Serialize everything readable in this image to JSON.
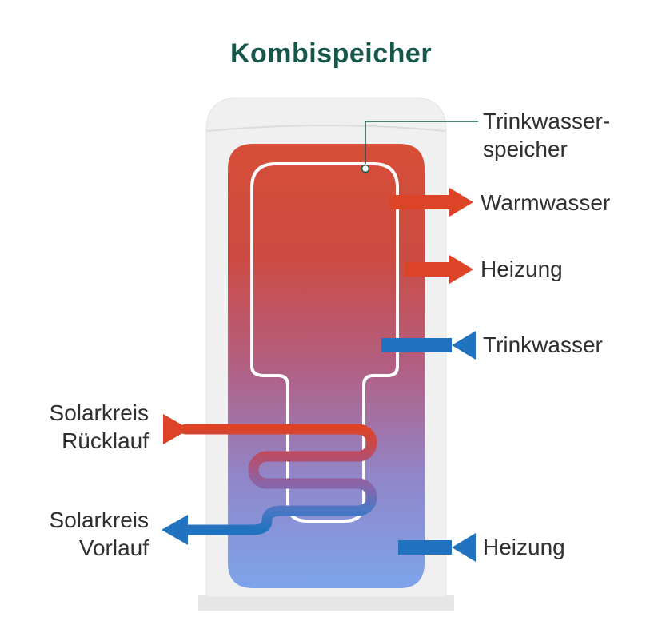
{
  "title": "Kombispeicher",
  "colors": {
    "red": "#dc4327",
    "blue": "#2173bf",
    "green": "#17564a",
    "text": "#303030",
    "tank_top": "#d74e37",
    "tank_bottom": "#7da4ea",
    "shell": "#f0f0f0",
    "base": "#e6e6e6"
  },
  "labels": {
    "tank_pointer": {
      "line1": "Trinkwasser-",
      "line2": "speicher"
    },
    "warm_water": "Warmwasser",
    "heating_out": "Heizung",
    "drinking_water_in": "Trinkwasser",
    "solar_return": {
      "line1": "Solarkreis",
      "line2": "Rücklauf"
    },
    "solar_flow": {
      "line1": "Solarkreis",
      "line2": "Vorlauf"
    },
    "heating_in": "Heizung"
  }
}
